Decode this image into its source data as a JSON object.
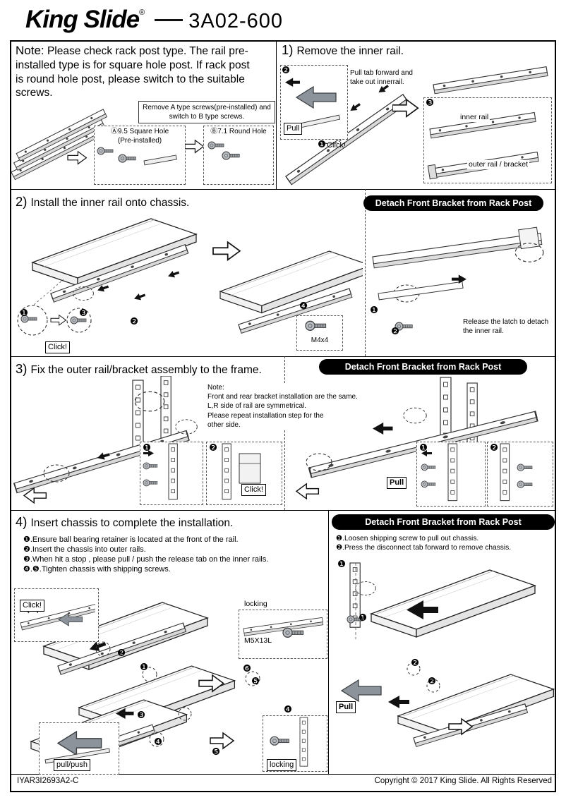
{
  "header": {
    "brand": "King Slide",
    "reg": "®",
    "model": "3A02-600"
  },
  "note_section": {
    "note_label": "Note:",
    "note_text": "Please check rack post type. The rail pre-installed type is for square hole post. If rack post is round hole post, please switch to the suitable screws.",
    "switch_note": "Remove A type screws(pre-installed) and switch to B type screws.",
    "box_a_title": "Ⓐ9.5 Square Hole",
    "box_a_sub": "(Pre-installed)",
    "box_b_title": "Ⓑ7.1 Round Hole"
  },
  "step1": {
    "num": "1)",
    "title": "Remove the inner rail.",
    "pull_tab_note": "Pull tab forward and take out innerrail.",
    "pull_label": "Pull",
    "click_label": "Click!",
    "inner_rail_label": "inner rail",
    "outer_rail_label": "outer rail / bracket"
  },
  "step2": {
    "num": "2)",
    "title": "Install the inner rail onto chassis.",
    "detach_title": "Detach Front Bracket from Rack Post",
    "click_label": "Click!",
    "screw_label": "M4x4",
    "release_note": "Release the latch to detach the inner rail."
  },
  "step3": {
    "num": "3)",
    "title": "Fix the outer rail/bracket assembly to the frame.",
    "detach_title": "Detach Front Bracket from Rack Post",
    "note_label": "Note:",
    "note_lines": [
      "Front and rear bracket installation are the same.",
      "L,R side of rail are symmetrical.",
      "Please repeat installation step for the",
      "other side."
    ],
    "click_label": "Click!",
    "pull_label": "Pull"
  },
  "step4": {
    "num": "4)",
    "title": "Insert chassis to complete the installation.",
    "bullets": [
      "❶.Ensure ball bearing retainer is located at the front of the rail.",
      "❷.Insert the chassis into outer rails.",
      "❸.When hit a stop , please pull / push the release tab on the inner rails.",
      "❹.❺.Tighten chassis with shipping screws."
    ],
    "detach_title": "Detach Front Bracket from Rack Post",
    "detach_bullets": [
      "❶.Loosen shipping screw to pull out chassis.",
      "❷.Press the disconnect tab forward to remove chassis."
    ],
    "click_label": "Click!",
    "locking_top_label": "locking",
    "screw_label": "M5X13L",
    "pull_push_label": "pull/push",
    "locking_bottom_label": "locking",
    "pull_label": "Pull"
  },
  "markers": {
    "n1": "❶",
    "n2": "❷",
    "n3": "❸",
    "n4": "❹",
    "n5": "❺",
    "n6": "❻"
  },
  "footer": {
    "doc_code": "IYAR3I2693A2-C",
    "copyright": "Copyright © 2017 King Slide. All Rights Reserved"
  }
}
